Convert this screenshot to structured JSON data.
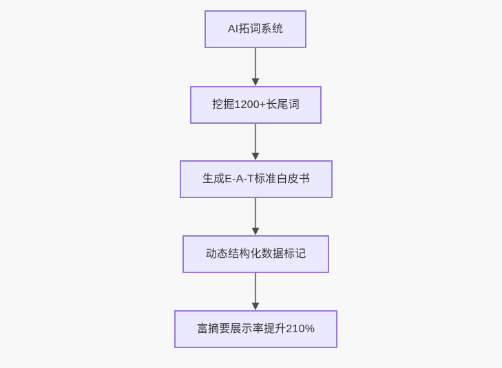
{
  "diagram": {
    "type": "flowchart",
    "orientation": "top-to-bottom",
    "background_color": "#f8f8f8",
    "node_fill_color": "#ebe9fd",
    "node_border_color": "#9a78d8",
    "node_text_color": "#333333",
    "edge_color": "#7a7a7a",
    "arrowhead_color": "#4d4d4d",
    "nodes": [
      {
        "id": "n0",
        "label": "AI拓词系统"
      },
      {
        "id": "n1",
        "label": "挖掘1200+长尾词"
      },
      {
        "id": "n2",
        "label": "生成E-A-T标准白皮书"
      },
      {
        "id": "n3",
        "label": "动态结构化数据标记"
      },
      {
        "id": "n4",
        "label": "富摘要展示率提升210%"
      }
    ],
    "edges": [
      {
        "from": "n0",
        "to": "n1"
      },
      {
        "from": "n1",
        "to": "n2"
      },
      {
        "from": "n2",
        "to": "n3"
      },
      {
        "from": "n3",
        "to": "n4"
      }
    ]
  }
}
